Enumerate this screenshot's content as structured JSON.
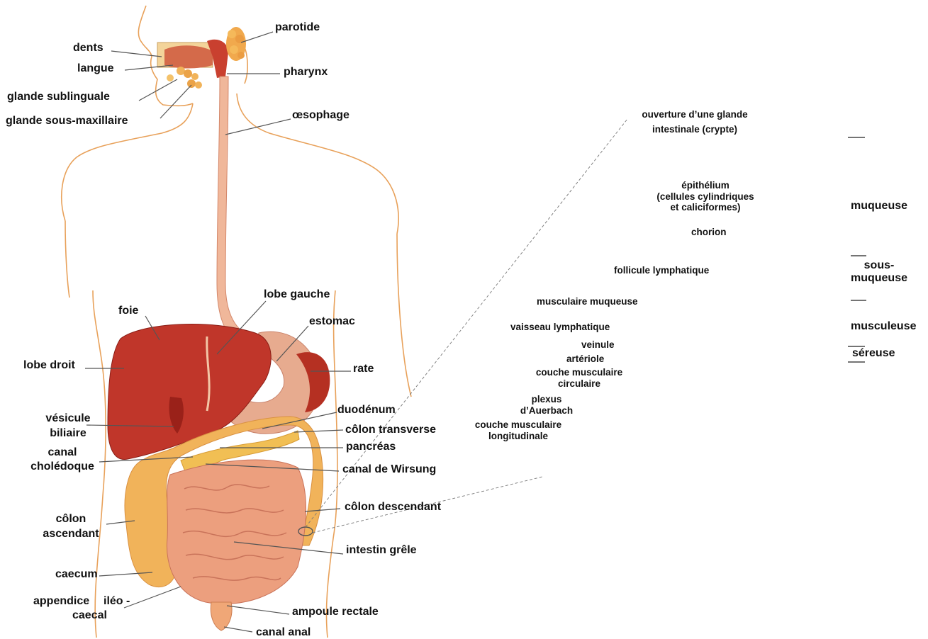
{
  "colors": {
    "skin": "#e8a15a",
    "liver": "#c0362a",
    "liver_dark": "#9a2119",
    "stomach": "#e7ab8f",
    "intestine": "#ec9f7e",
    "colon": "#f1b35a",
    "pancreas": "#f1bf54",
    "esophagus": "#f0b79a",
    "leader": "#555555",
    "dashed": "#777777"
  },
  "labels": {
    "dents": "dents",
    "langue": "langue",
    "glande_sublinguale": "glande sublinguale",
    "glande_sous_maxillaire": "glande sous-maxillaire",
    "parotide": "parotide",
    "pharynx": "pharynx",
    "oesophage": "œsophage",
    "foie": "foie",
    "lobe_gauche": "lobe gauche",
    "estomac": "estomac",
    "lobe_droit": "lobe droit",
    "rate": "rate",
    "vesicule_1": "vésicule",
    "vesicule_2": "biliaire",
    "duodenum": "duodénum",
    "colon_transverse": "côlon transverse",
    "canal_1": "canal",
    "canal_2": "cholédoque",
    "pancreas": "pancréas",
    "canal_wirsung": "canal de Wirsung",
    "colon_descendant": "côlon descendant",
    "colon_asc_1": "côlon",
    "colon_asc_2": "ascendant",
    "intestin_grele": "intestin grêle",
    "caecum": "caecum",
    "appendice": "appendice",
    "ileo": "iléo -",
    "caecal": "caecal",
    "ampoule_rectale": "ampoule rectale",
    "canal_anal": "canal anal"
  },
  "wall": {
    "ouverture_1": "ouverture d’une glande",
    "ouverture_2": "intestinale (crypte)",
    "epithelium_1": "épithélium",
    "epithelium_2": "(cellules cylindriques",
    "epithelium_3": "et caliciformes)",
    "chorion": "chorion",
    "follicule": "follicule lymphatique",
    "musc_muqueuse": "musculaire muqueuse",
    "vaisseau": "vaisseau lymphatique",
    "veinule": "veinule",
    "arteriole": "artériole",
    "couche_circ_1": "couche musculaire",
    "couche_circ_2": "circulaire",
    "plexus_1": "plexus",
    "plexus_2": "d’Auerbach",
    "couche_long_1": "couche musculaire",
    "couche_long_2": "longitudinale"
  },
  "layers": {
    "muqueuse": "muqueuse",
    "sous_1": "sous-",
    "sous_2": "muqueuse",
    "musculeuse": "musculeuse",
    "sereuse": "séreuse"
  }
}
